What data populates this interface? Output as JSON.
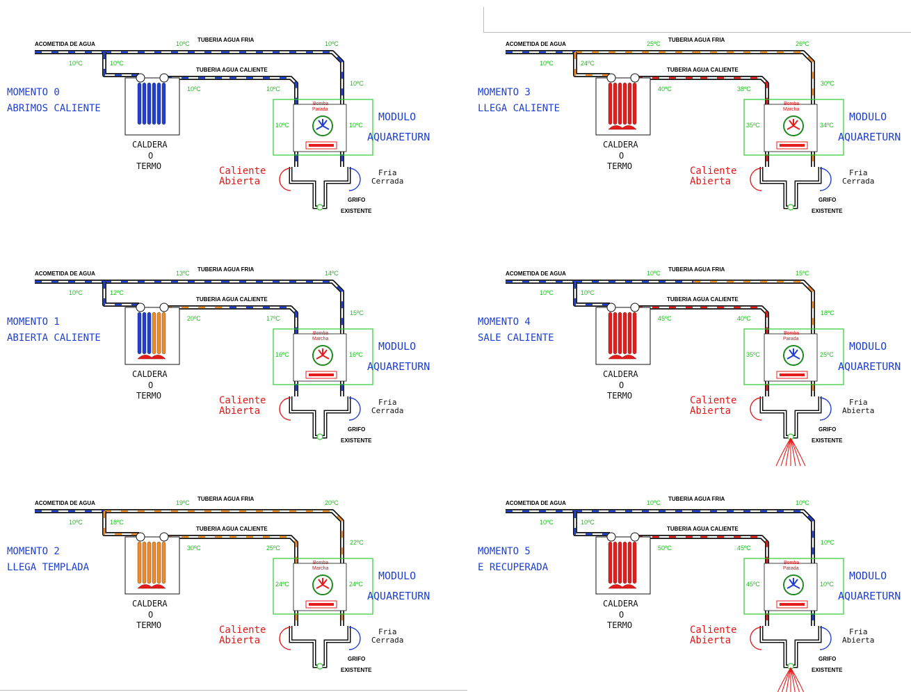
{
  "labels": {
    "acometida": "ACOMETIDA DE AGUA",
    "fria": "TUBERIA AGUA FRIA",
    "caliente": "TUBERIA AGUA CALIENTE",
    "caldera": "CALDERA",
    "o": "O",
    "termo": "TERMO",
    "modulo": "MODULO",
    "aquareturn": "AQUARETURN",
    "grifo": "GRIFO",
    "existente": "EXISTENTE",
    "caliente_tap": "Caliente",
    "abierta": "Abierta"
  },
  "colors": {
    "cold": "#1f3fd0",
    "warm": "#f08c28",
    "hot": "#e41c1c",
    "temp": "#1bbf1b",
    "module": "#2ecc2e"
  },
  "panels": [
    {
      "title1": "MOMENTO 0",
      "title2": "ABRIMOS CALIENTE",
      "pump1": "Bomba",
      "pump2": "Parada",
      "pump_color": "blue",
      "cold_tap1": "Fria",
      "cold_tap2": "Cerrada",
      "t_in": "10ºC",
      "t_boiler_in": "10ºC",
      "t_cold_mid": "10ºC",
      "t_cold_end": "10ºC",
      "t_riser": "10ºC",
      "t_hot_out": "10ºC",
      "t_hot_end": "10ºC",
      "t_mod_left": "10ºC",
      "t_mod_right": "10ºC",
      "boiler": "cold",
      "flame": false,
      "seg_main_cold": "cold",
      "seg_boiler_in": "cold",
      "seg_hot_a": "cold",
      "seg_hot_b": "cold",
      "seg_cold_a": "cold",
      "seg_cold_b": "cold",
      "seg_riser": "cold",
      "seg_hot_drop": "cold",
      "jet": false
    },
    {
      "title1": "MOMENTO 1",
      "title2": "ABIERTA CALIENTE",
      "pump1": "Bomba",
      "pump2": "Marcha",
      "pump_color": "red",
      "cold_tap1": "Fria",
      "cold_tap2": "Cerrada",
      "t_in": "10ºC",
      "t_boiler_in": "12ºC",
      "t_cold_mid": "13ºC",
      "t_cold_end": "14ºC",
      "t_riser": "15ºC",
      "t_hot_out": "20ºC",
      "t_hot_end": "17ºC",
      "t_mod_left": "16ºC",
      "t_mod_right": "16ºC",
      "boiler": "half",
      "flame": true,
      "seg_main_cold": "cold",
      "seg_boiler_in": "cold",
      "seg_hot_a": "warm",
      "seg_hot_b": "cold",
      "seg_cold_a": "cold",
      "seg_cold_b": "cold",
      "seg_riser": "cold",
      "seg_hot_drop": "cold",
      "jet": false
    },
    {
      "title1": "MOMENTO 2",
      "title2": "LLEGA TEMPLADA",
      "pump1": "Bomba",
      "pump2": "Marcha",
      "pump_color": "red",
      "cold_tap1": "Fria",
      "cold_tap2": "Cerrada",
      "t_in": "10ºC",
      "t_boiler_in": "18ºC",
      "t_cold_mid": "19ºC",
      "t_cold_end": "20ºC",
      "t_riser": "22ºC",
      "t_hot_out": "30ºC",
      "t_hot_end": "25ºC",
      "t_mod_left": "24ºC",
      "t_mod_right": "24ºC",
      "boiler": "warm",
      "flame": true,
      "seg_main_cold": "cold",
      "seg_boiler_in": "warm",
      "seg_hot_a": "warm",
      "seg_hot_b": "warm",
      "seg_cold_a": "warm",
      "seg_cold_b": "warm",
      "seg_riser": "warm",
      "seg_hot_drop": "warm",
      "jet": false
    },
    {
      "title1": "MOMENTO 3",
      "title2": "LLEGA CALIENTE",
      "pump1": "Bomba",
      "pump2": "Marcha",
      "pump_color": "red",
      "cold_tap1": "Fria",
      "cold_tap2": "Cerrada",
      "t_in": "10ºC",
      "t_boiler_in": "24ºC",
      "t_cold_mid": "25ºC",
      "t_cold_end": "26ºC",
      "t_riser": "30ºC",
      "t_hot_out": "40ºC",
      "t_hot_end": "38ºC",
      "t_mod_left": "35ºC",
      "t_mod_right": "34ºC",
      "boiler": "hot",
      "flame": true,
      "seg_main_cold": "cold",
      "seg_boiler_in": "warm",
      "seg_hot_a": "hot",
      "seg_hot_b": "hot",
      "seg_cold_a": "warm",
      "seg_cold_b": "warm",
      "seg_riser": "warm",
      "seg_hot_drop": "hot",
      "jet": false
    },
    {
      "title1": "MOMENTO 4",
      "title2": "SALE CALIENTE",
      "pump1": "Bomba",
      "pump2": "Parada",
      "pump_color": "blue",
      "cold_tap1": "Fria",
      "cold_tap2": "Abierta",
      "t_in": "10ºC",
      "t_boiler_in": "10ºC",
      "t_cold_mid": "10ºC",
      "t_cold_end": "15ºC",
      "t_riser": "18ºC",
      "t_hot_out": "45ºC",
      "t_hot_end": "40ºC",
      "t_mod_left": "35ºC",
      "t_mod_right": "25ºC",
      "boiler": "hot",
      "flame": true,
      "seg_main_cold": "cold",
      "seg_boiler_in": "cold",
      "seg_hot_a": "hot",
      "seg_hot_b": "hot",
      "seg_cold_a": "cold",
      "seg_cold_b": "warm",
      "seg_riser": "warm",
      "seg_hot_drop": "hot",
      "jet": true
    },
    {
      "title1": "MOMENTO 5",
      "title2": "E RECUPERADA",
      "pump1": "Bomba",
      "pump2": "Parada",
      "pump_color": "blue",
      "cold_tap1": "Fria",
      "cold_tap2": "Abierta",
      "t_in": "10ºC",
      "t_boiler_in": "10ºC",
      "t_cold_mid": "10ºC",
      "t_cold_end": "10ºC",
      "t_riser": "10ºC",
      "t_hot_out": "50ºC",
      "t_hot_end": "45ºC",
      "t_mod_left": "45ºC",
      "t_mod_right": "10ºC",
      "boiler": "hot",
      "flame": true,
      "seg_main_cold": "cold",
      "seg_boiler_in": "cold",
      "seg_hot_a": "hot",
      "seg_hot_b": "hot",
      "seg_cold_a": "cold",
      "seg_cold_b": "cold",
      "seg_riser": "cold",
      "seg_hot_drop": "hot",
      "jet": true
    }
  ]
}
